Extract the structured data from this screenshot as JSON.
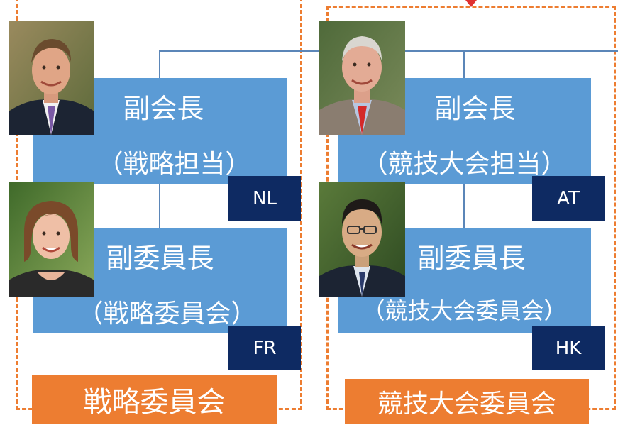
{
  "left_group": {
    "role_top": {
      "line1": "副会長",
      "line2": "（戦略担当）",
      "country": "NL"
    },
    "role_bottom": {
      "line1": "副委員長",
      "line2": "（戦略委員会）",
      "country": "FR"
    },
    "committee_label": "戦略委員会"
  },
  "right_group": {
    "role_top": {
      "line1": "副会長",
      "line2": "（競技大会担当）",
      "country": "AT"
    },
    "role_bottom": {
      "line1": "副委員長",
      "line2": "（競技大会委員会）",
      "country": "HK"
    },
    "committee_label": "競技大会委員会"
  },
  "colors": {
    "box": "#5b9bd5",
    "tag": "#0e2a62",
    "accent": "#ed7d31",
    "line": "#5b86b8"
  }
}
